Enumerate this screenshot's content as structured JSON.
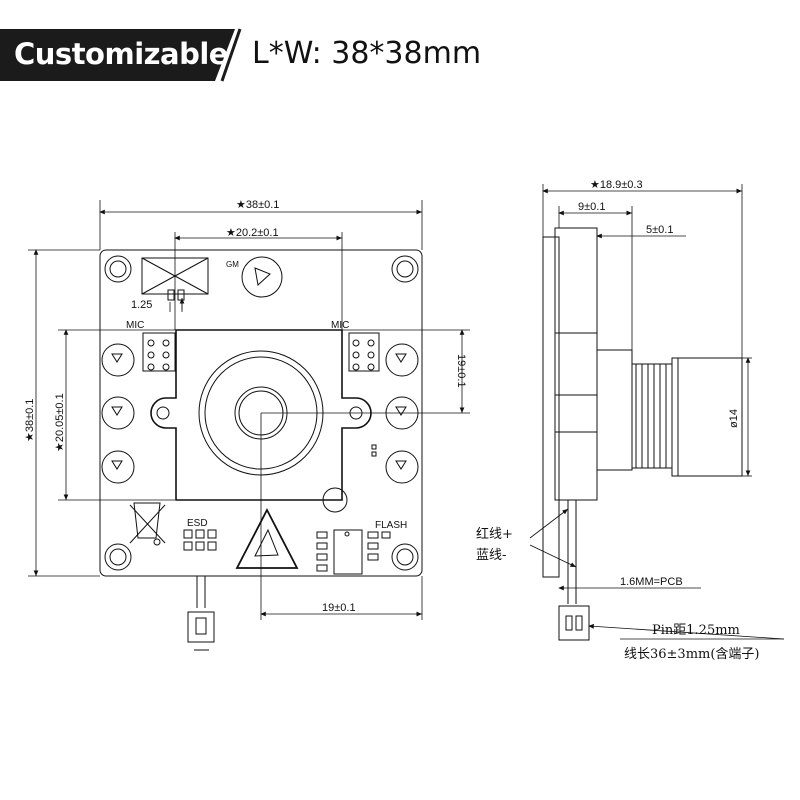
{
  "header": {
    "badge_label": "Customizable",
    "size_label": "L*W:  38*38mm"
  },
  "front_view": {
    "width_dim": "★38±0.1",
    "hole_span_dim": "★20.2±0.1",
    "height_dim": "★38±0.1",
    "hole_height_dim": "★20.05±0.1",
    "right_height_dim": "19±0.1",
    "bottom_dim": "19±0.1",
    "pitch_dim": "1.25",
    "labels": {
      "gm": "GM",
      "mic_left": "MIC",
      "mic_right": "MIC",
      "esd": "ESD",
      "flash": "FLASH"
    }
  },
  "side_view": {
    "total_depth_dim": "★18.9±0.3",
    "lens_depth_dim": "9±0.1",
    "thread_dim": "5±0.1",
    "diameter_dim": "ø14",
    "pcb_thickness": "1.6MM=PCB",
    "red_wire": "红线+",
    "blue_wire": "蓝线-",
    "pin_pitch": "Pin距1.25mm",
    "wire_length": "线长36±3mm(含端子)"
  }
}
